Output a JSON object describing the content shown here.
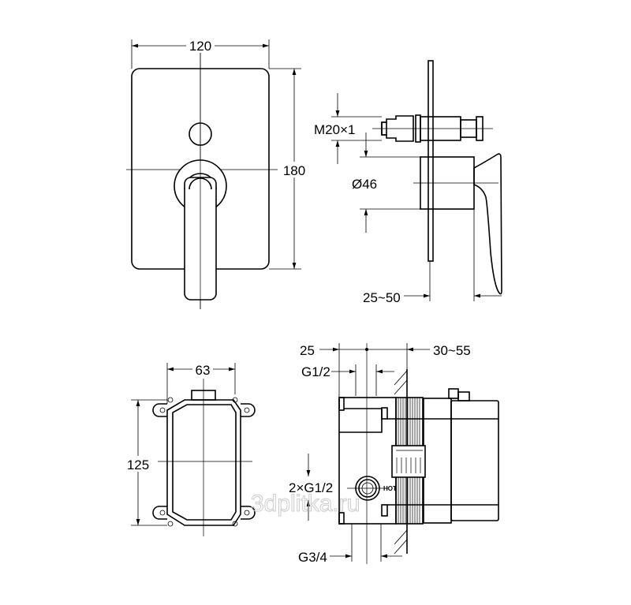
{
  "front_view": {
    "width_label": "120",
    "height_label": "180"
  },
  "side_view": {
    "thread_label": "M20×1",
    "diameter_label": "Ø46",
    "depth_label": "25~50"
  },
  "box_front": {
    "width_label": "63",
    "height_label": "125"
  },
  "box_side": {
    "offset_label": "25",
    "depth_range_label": "30~55",
    "top_port_label": "G1/2",
    "side_ports_label": "2×G1/2",
    "bottom_port_label": "G3/4",
    "hot_label": "HOT"
  },
  "watermark": "3dplitka.ru"
}
